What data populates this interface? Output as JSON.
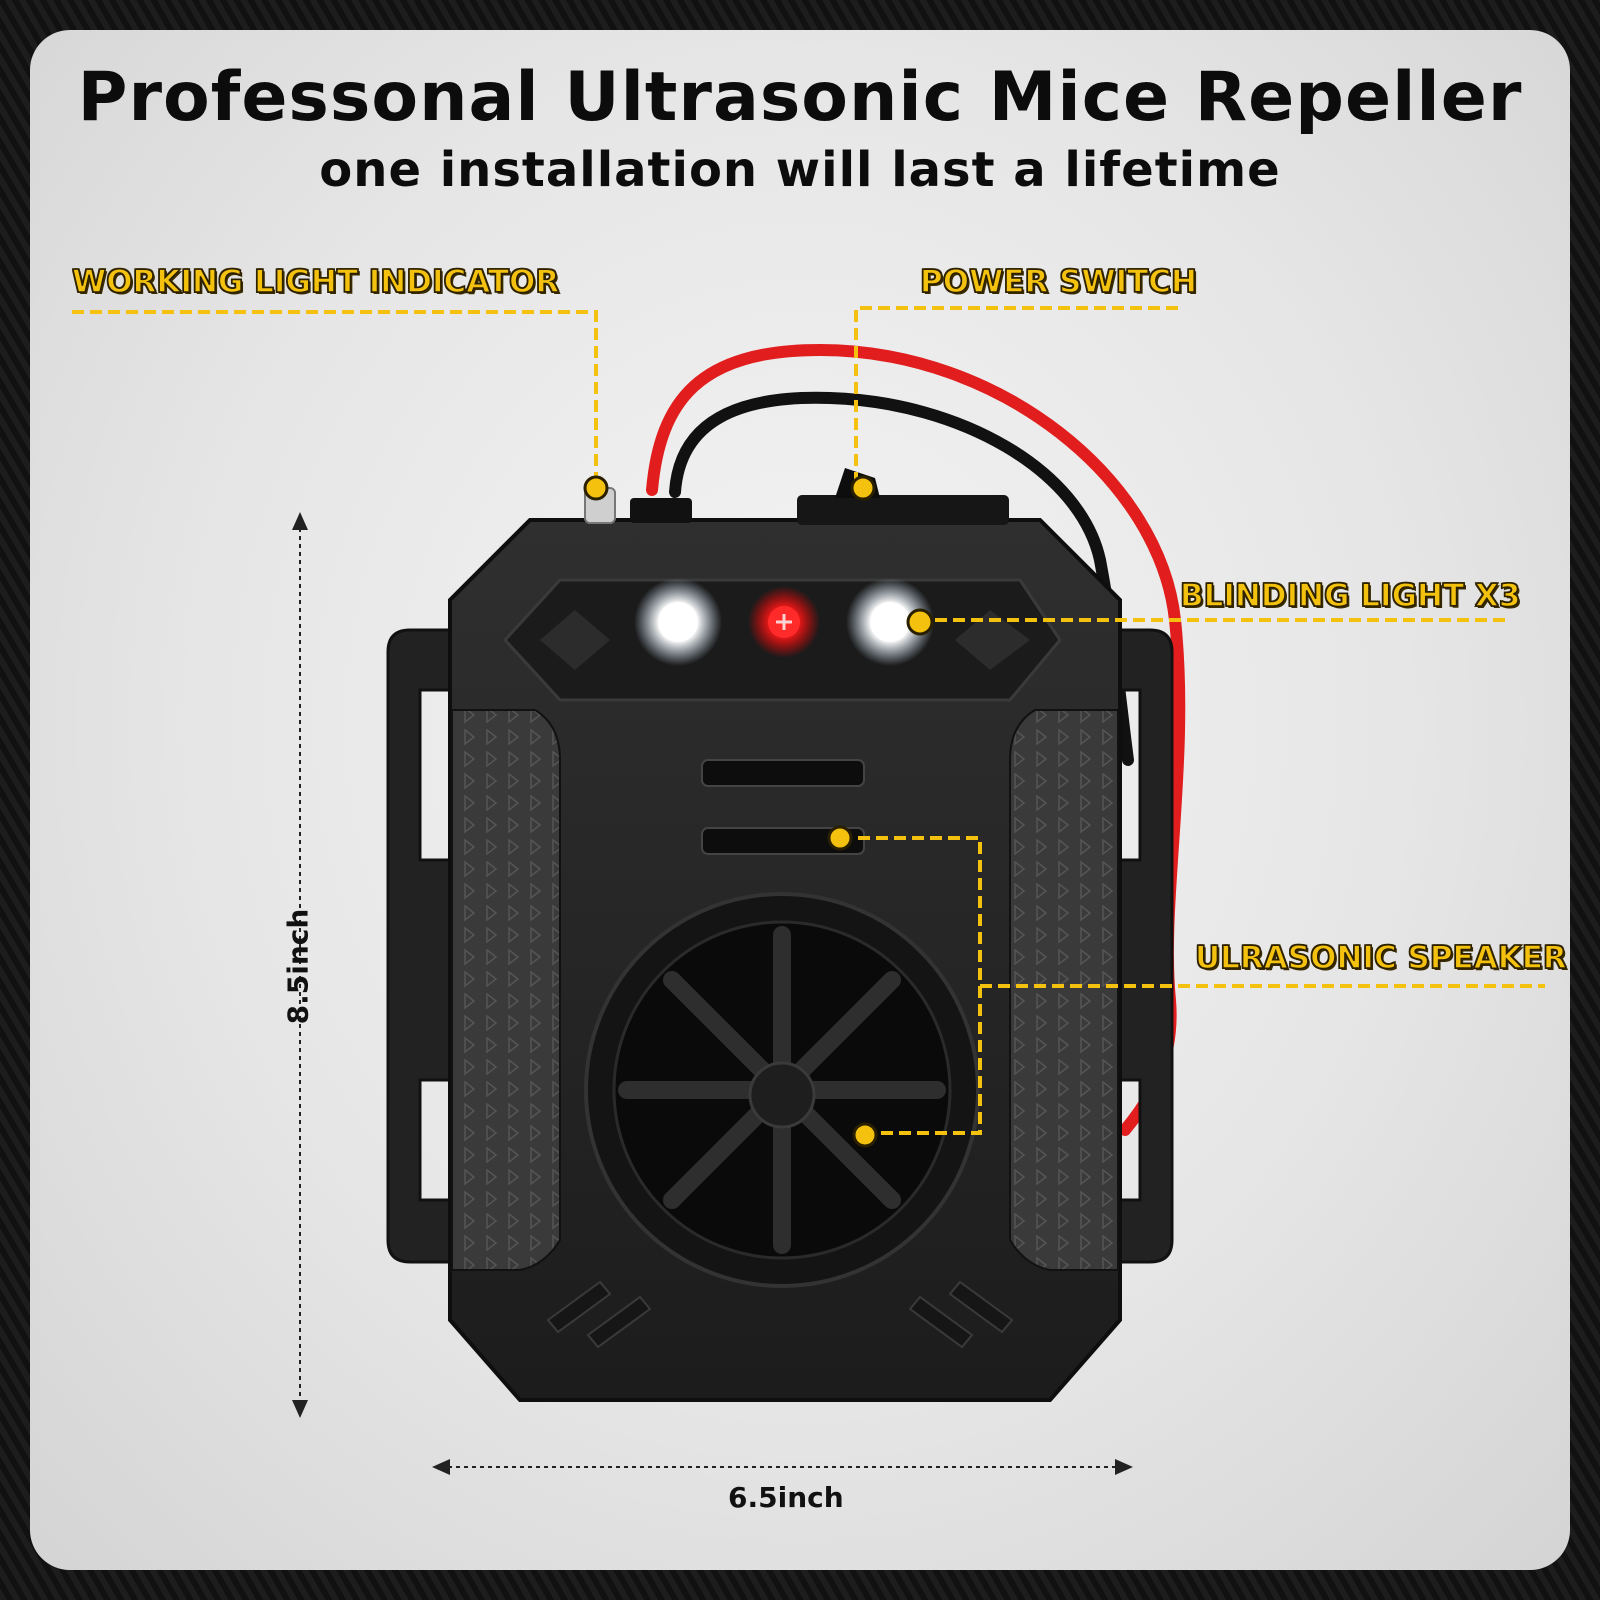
{
  "header": {
    "title": "Professonal Ultrasonic Mice Repeller",
    "subtitle": "one installation will last a lifetime"
  },
  "callouts": {
    "working_light": "WORKING LIGHT INDICATOR",
    "power_switch": "POWER SWITCH",
    "blinding_light": "BLINDING LIGHT X3",
    "ultrasonic_speaker": "ULRASONIC SPEAKER"
  },
  "dimensions": {
    "height": "8.5inch",
    "width": "6.5inch"
  },
  "colors": {
    "callout": "#f4c20e",
    "device_body": "#262626",
    "wire_red": "#e11d1d",
    "wire_black": "#111111",
    "led_white": "#ffffff",
    "led_red": "#ff1a1a"
  }
}
